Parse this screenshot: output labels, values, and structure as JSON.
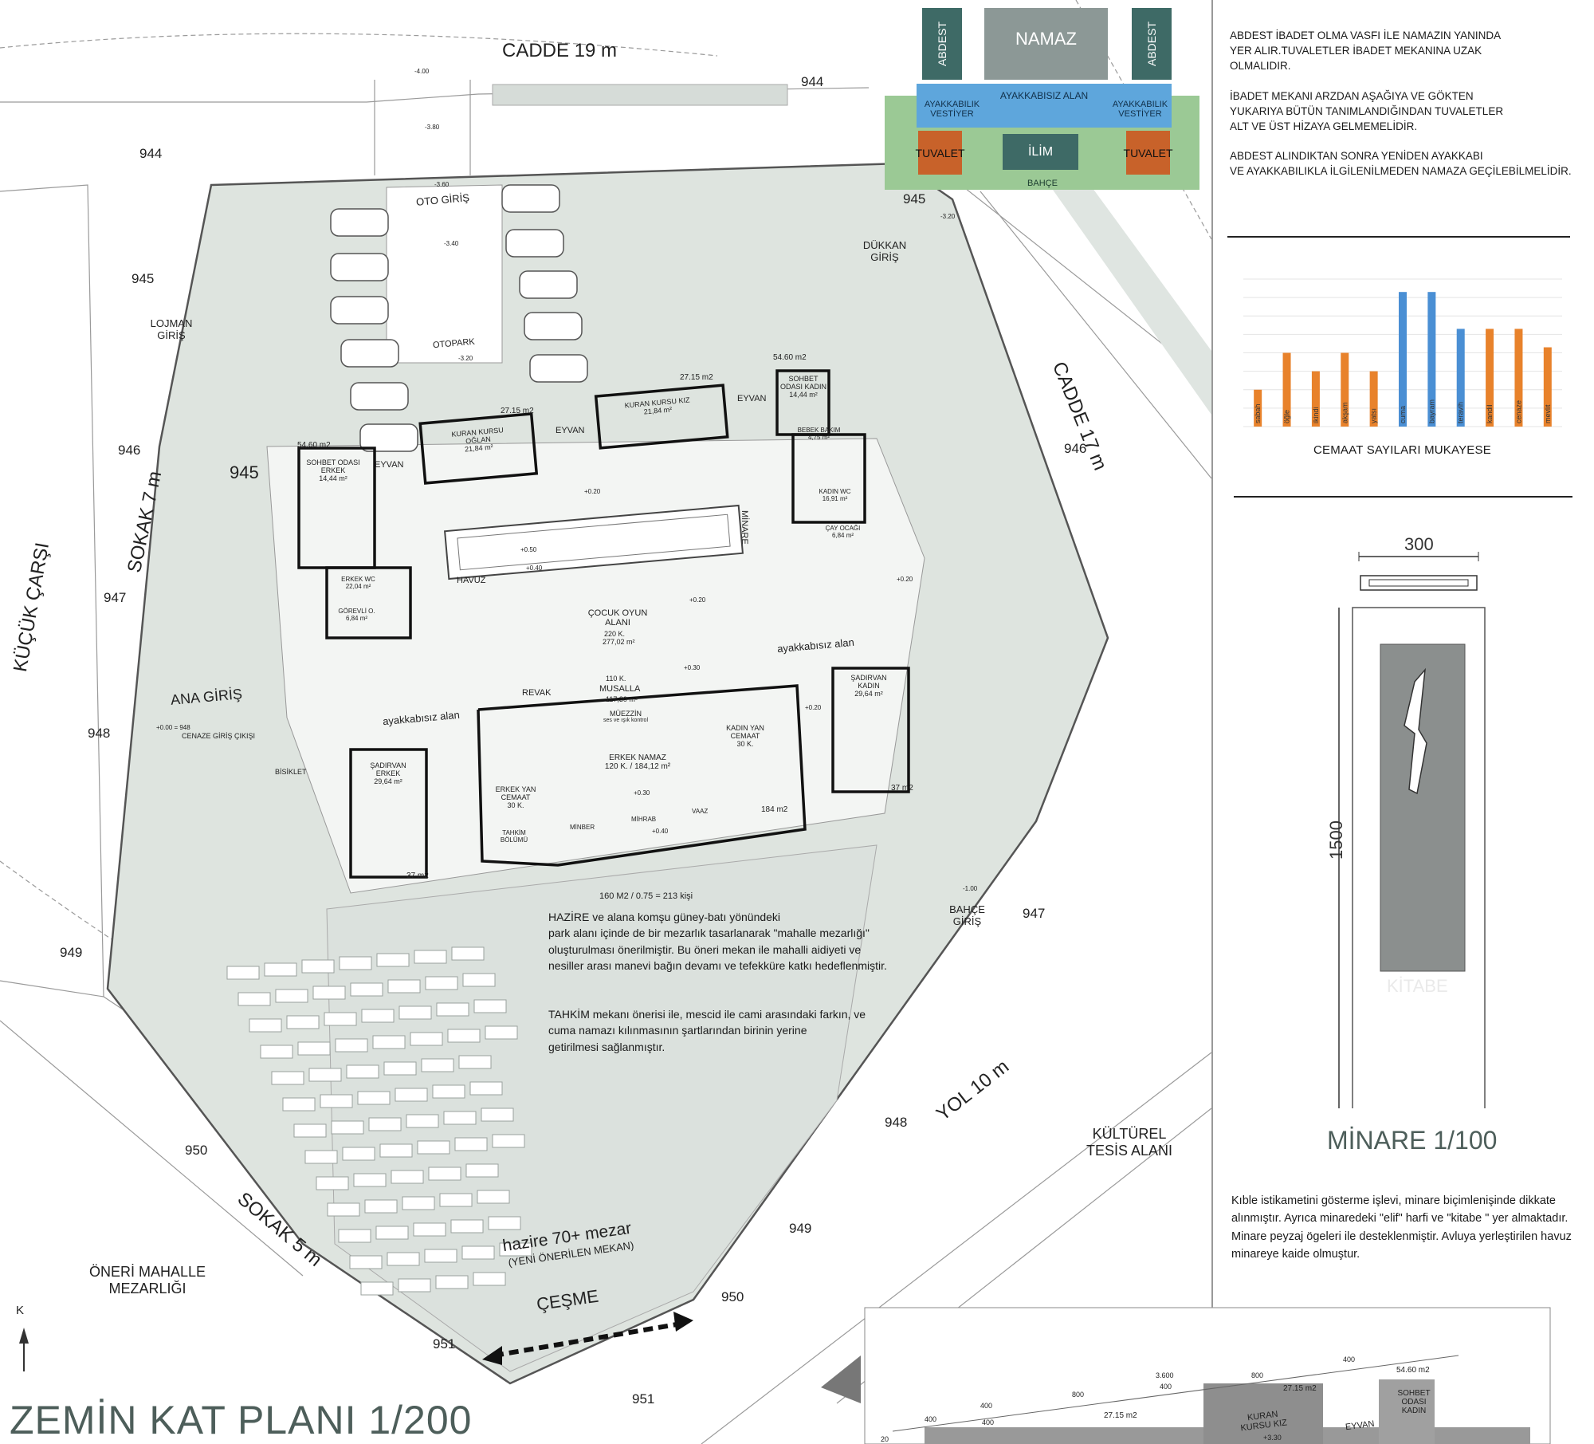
{
  "plan": {
    "title": "ZEMİN KAT PLANI 1/200",
    "streets": {
      "cadde19": "CADDE 19 m",
      "cadde17": "CADDE 17 m",
      "sokak7": "SOKAK 7 m",
      "sokak5": "SOKAK 5 m",
      "yol10": "YOL 10 m",
      "kucuk_carsi": "KÜÇÜK ÇARŞI"
    },
    "contours": [
      "944",
      "944",
      "945",
      "945",
      "945",
      "946",
      "946",
      "947",
      "947",
      "948",
      "948",
      "949",
      "949",
      "950",
      "950",
      "951",
      "951"
    ],
    "entrances": {
      "oto": "OTO GİRİŞ",
      "dukkan": "DÜKKAN GİRİŞ",
      "lojman": "LOJMAN GİRİŞ",
      "ana": "ANA GİRİŞ",
      "bahce": "BAHÇE GİRİŞ",
      "cenaze": "CENAZE GİRİŞ ÇIKIŞI",
      "bisiklet": "BİSİKLET"
    },
    "areas": {
      "otopark": "OTOPARK",
      "havuz": "HAVUZ",
      "minare": "MİNARE",
      "eyvan": "EYVAN",
      "revak": "REVAK",
      "musalla": "MUSALLA",
      "ayakkabisiz": "ayakkabısız alan",
      "cocuk_oyun": "ÇOCUK OYUN ALANI",
      "cocuk_oyun_cap": "220 K.",
      "cocuk_oyun_area": "277,02 m²",
      "musalla_cap": "110 K.",
      "musalla_area": "117,30 m²",
      "hazire": "hazire 70+ mezar",
      "hazire_sub": "(YENİ ÖNERİLEN MEKAN)",
      "cesme": "ÇEŞME",
      "kulturel": "KÜLTÜREL TESİS ALANI",
      "mezarlik": "ÖNERİ MAHALLE MEZARLIĞI",
      "capacity_calc": "160 M2 / 0.75 = 213 kişi",
      "kible_letter": "K"
    },
    "rooms": [
      {
        "name": "SOHBET ODASI ERKEK",
        "area": "14,44 m²",
        "total": "54.60 m2"
      },
      {
        "name": "KURAN KURSU OĞLAN",
        "area": "21,84 m²",
        "total": "27.15 m2"
      },
      {
        "name": "KURAN KURSU KIZ",
        "area": "21,84 m²",
        "total": "27.15 m2"
      },
      {
        "name": "SOHBET ODASI KADIN",
        "area": "14,44 m²",
        "total": "54.60 m2"
      },
      {
        "name": "BEBEK BAKIM",
        "area": "4,75 m²"
      },
      {
        "name": "KADIN WC",
        "area": "16,91 m²"
      },
      {
        "name": "ÇAY OCAĞI",
        "area": "6,84 m²"
      },
      {
        "name": "ERKEK WC",
        "area": "22,04 m²"
      },
      {
        "name": "GÖREVLİ O.",
        "area": "6,84 m²"
      },
      {
        "name": "ŞADIRVAN KADIN",
        "area": "29,64 m²",
        "total": "37 m2"
      },
      {
        "name": "ŞADIRVAN ERKEK",
        "area": "29,64 m²",
        "total": "37 m2"
      },
      {
        "name": "MÜEZZİN",
        "area": "ses ve ışık kontrol"
      },
      {
        "name": "ERKEK NAMAZ",
        "area": "120 K. / 184,12 m²",
        "total": "184 m2"
      },
      {
        "name": "KADIN YAN CEMAAT",
        "area": "30 K."
      },
      {
        "name": "ERKEK YAN CEMAAT",
        "area": "30 K."
      },
      {
        "name": "TAHKİM BÖLÜMÜ",
        "area": ""
      },
      {
        "name": "MİNBER",
        "area": ""
      },
      {
        "name": "MİHRAB",
        "area": ""
      },
      {
        "name": "VAAZ",
        "area": ""
      }
    ],
    "elevations": [
      "-4.00",
      "-3.80",
      "-3.60",
      "-3.40",
      "-3.20",
      "-3.20",
      "+0.20",
      "+0.50",
      "+0.40",
      "+0.20",
      "+0.20",
      "+0.30",
      "+0.20",
      "+0.30",
      "+0.40",
      "-1.00",
      "+0.00 = 948"
    ],
    "notes": {
      "hazire": "HAZİRE ve alana komşu güney-batı yönündeki\npark alanı içinde de bir mezarlık tasarlanarak \"mahalle mezarlığı\"\noluşturulması önerilmiştir. Bu öneri mekan ile mahalli aidiyeti ve\nnesiller arası manevi bağın devamı ve tefekküre katkı hedeflenmiştir.",
      "tahkim": "TAHKİM mekanı önerisi ile,  mescid ile cami arasındaki farkın, ve\ncuma namazı kılınmasının şartlarından birinin yerine\ngetirilmesi sağlanmıştır."
    }
  },
  "diagram": {
    "namaz": "NAMAZ",
    "abdest": "ABDEST",
    "ayakkabisiz": "AYAKKABISIZ ALAN",
    "ayakkabilik": "AYAKKABILIK VESTİYER",
    "tuvalet": "TUVALET",
    "ilim": "İLİM",
    "bahce": "BAHÇE",
    "colors": {
      "dark": "#3e6a66",
      "grey": "#8c9896",
      "blue": "#5ea6dc",
      "green": "#9bc995",
      "orange": "#c8622a"
    }
  },
  "right_notes": {
    "n1": "ABDEST İBADET OLMA VASFI İLE NAMAZIN YANINDA\nYER ALIR.TUVALETLER İBADET MEKANINA UZAK\nOLMALIDIR.",
    "n2": "İBADET MEKANI ARZDAN AŞAĞIYA VE GÖKTEN\nYUKARIYA BÜTÜN TANIMLANDIĞINDAN TUVALETLER\nALT VE ÜST HİZAYA GELMEMELİDİR.",
    "n3": "ABDEST ALINDIKTAN SONRA YENİDEN AYAKKABI\nVE AYAKKABILIKLA İLGİLENİLMEDEN NAMAZA GEÇİLEBİLMELİDİR."
  },
  "chart_data": {
    "type": "bar",
    "title": "CEMAAT SAYILARI MUKAYESE",
    "categories": [
      "sabah",
      "öğle",
      "ikindi",
      "akşam",
      "yatsı",
      "cuma",
      "bayram",
      "teravih",
      "kandil",
      "cenaze",
      "mevlit"
    ],
    "values": [
      2,
      4,
      3,
      4,
      3,
      7.3,
      7.3,
      5.3,
      5.3,
      5.3,
      4.3
    ],
    "colors": [
      "#e8822b",
      "#e8822b",
      "#e8822b",
      "#e8822b",
      "#e8822b",
      "#4a8fd4",
      "#4a8fd4",
      "#4a8fd4",
      "#e8822b",
      "#e8822b",
      "#e8822b"
    ],
    "ylim": [
      0,
      8
    ],
    "grid": true
  },
  "minare": {
    "title": "MİNARE 1/100",
    "width": "300",
    "height": "1500",
    "kitabe": "KİTABE",
    "note": "Kıble istikametini gösterme işlevi, minare biçimlenişinde dikkate alınmıştır. Ayrıca minaredeki \"elif\" harfi ve \"kitabe \" yer almaktadır.  Minare peyzaj ögeleri ile desteklenmiştir. Avluya yerleştirilen havuz minareye kaide olmuştur."
  },
  "section": {
    "labels": [
      "SOHBET ODASI KADIN",
      "KURAN KURSU KIZ",
      "EYVAN"
    ],
    "areas": [
      "54.60 m2",
      "27.15 m2",
      "27.15 m2"
    ],
    "dims": [
      "3.600",
      "400",
      "400",
      "800",
      "400",
      "800",
      "400",
      "400",
      "20"
    ],
    "elev": "+3.30"
  }
}
